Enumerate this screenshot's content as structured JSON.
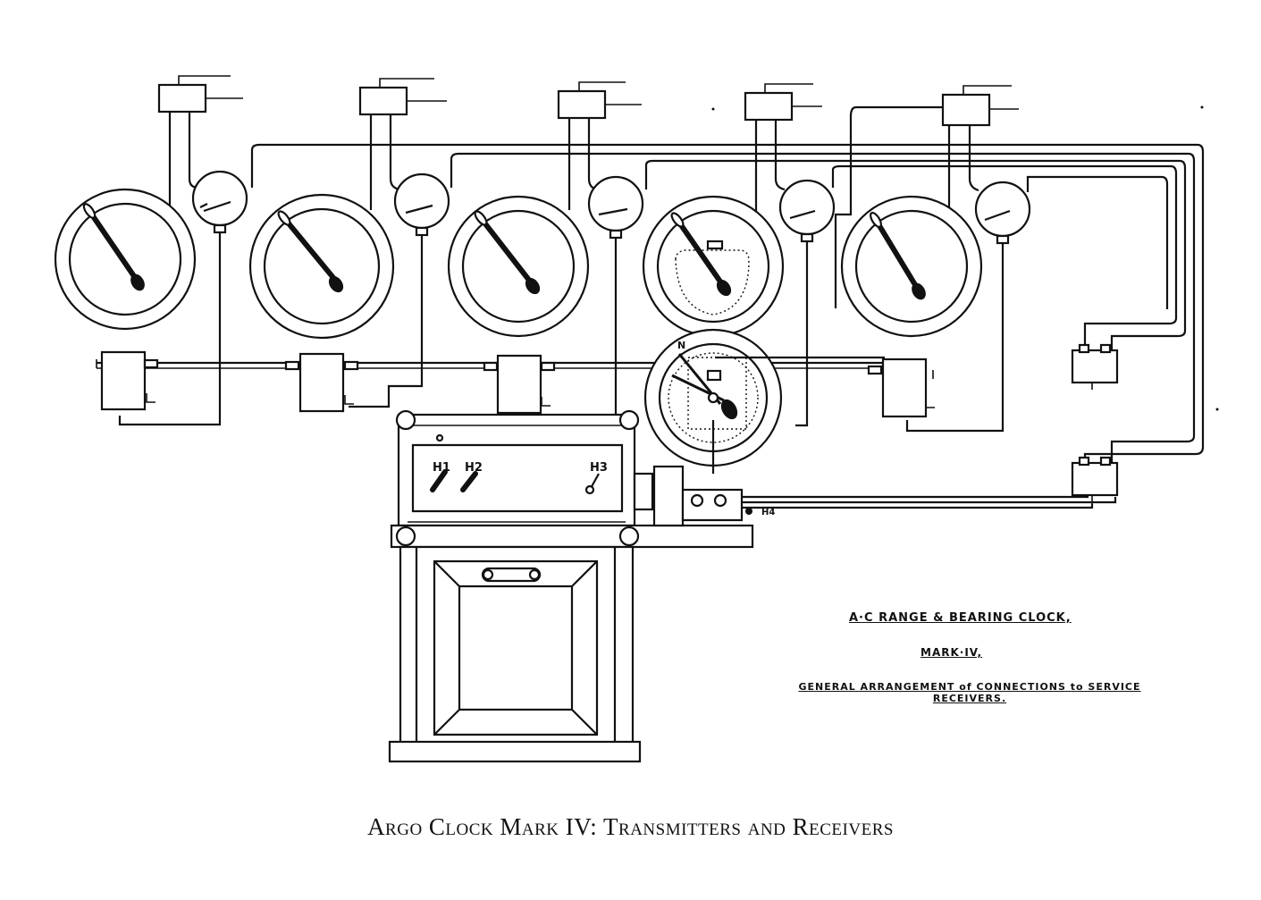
{
  "labels": {
    "handle_h1": "H1",
    "handle_h2": "H2",
    "handle_h3": "H3",
    "handle_h4": "H4",
    "dial_n": "N"
  },
  "title_block": {
    "line1": "A·C RANGE & BEARING CLOCK,",
    "line2": "MARK·IV,",
    "line3": "GENERAL ARRANGEMENT of CONNECTIONS to SERVICE RECEIVERS."
  },
  "caption": "Argo Clock Mark IV: Transmitters and Receivers"
}
